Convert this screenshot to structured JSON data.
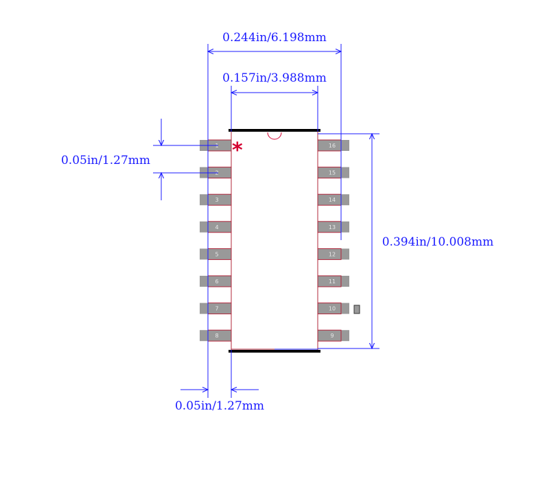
{
  "colors": {
    "dimension": "#1a1aff",
    "pin_fill": "#999999",
    "pin_outline": "#b0243a",
    "body_edge": "#000000",
    "pin1_marker": "#d40030",
    "pin_label": "#e8e8e8"
  },
  "dimensions": {
    "overall_width": "0.244in/6.198mm",
    "body_width": "0.157in/3.988mm",
    "pitch_top": "0.05in/1.27mm",
    "body_length": "0.394in/10.008mm",
    "pad_width": "0.05in/1.27mm"
  },
  "pin1_marker_glyph": "*",
  "pins_left": [
    "1",
    "2",
    "3",
    "4",
    "5",
    "6",
    "7",
    "8"
  ],
  "pins_right": [
    "16",
    "15",
    "14",
    "13",
    "12",
    "11",
    "10",
    "9"
  ]
}
